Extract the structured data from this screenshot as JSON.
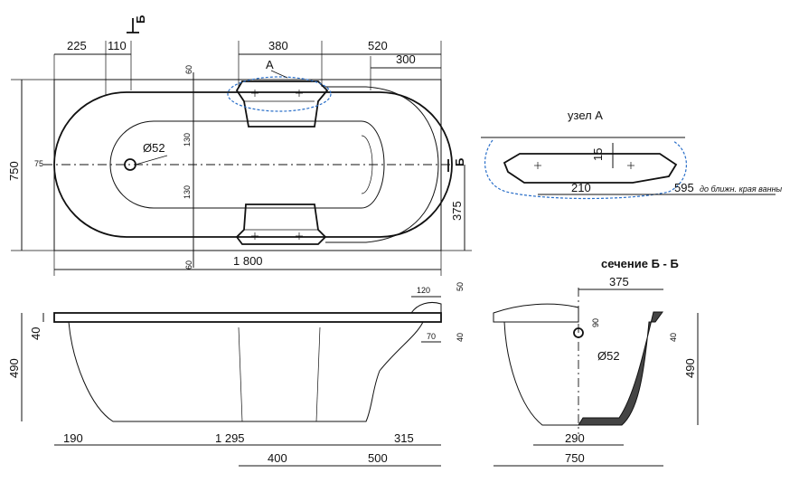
{
  "dims": {
    "top_225": "225",
    "top_110": "110",
    "top_380": "380",
    "top_520": "520",
    "top_300": "300",
    "left_750": "750",
    "left_75": "75",
    "right_375": "375",
    "v_60_top": "60",
    "v_130_top": "130",
    "v_130_bot": "130",
    "v_60_bot": "60",
    "diam_52": "Ø52",
    "bottom_1800": "1 800",
    "side_120": "120",
    "side_50": "50",
    "side_70": "70",
    "side_40_right": "40",
    "side_40_left": "40",
    "side_490": "490",
    "b_190": "190",
    "b_1295": "1 295",
    "b_315": "315",
    "b_400": "400",
    "b_500": "500",
    "node_15": "15",
    "node_210": "210",
    "node_595": "595",
    "sec_375": "375",
    "sec_90": "90",
    "sec_d52": "Ø52",
    "sec_40": "40",
    "sec_490": "490",
    "sec_290": "290",
    "sec_750": "750"
  },
  "labels": {
    "callout_a": "А",
    "section_mark_top": "Б",
    "section_mark_right": "Б",
    "node_title": "узел А",
    "node_note": "до ближн. края ванны",
    "section_title": "сечение Б - Б"
  }
}
